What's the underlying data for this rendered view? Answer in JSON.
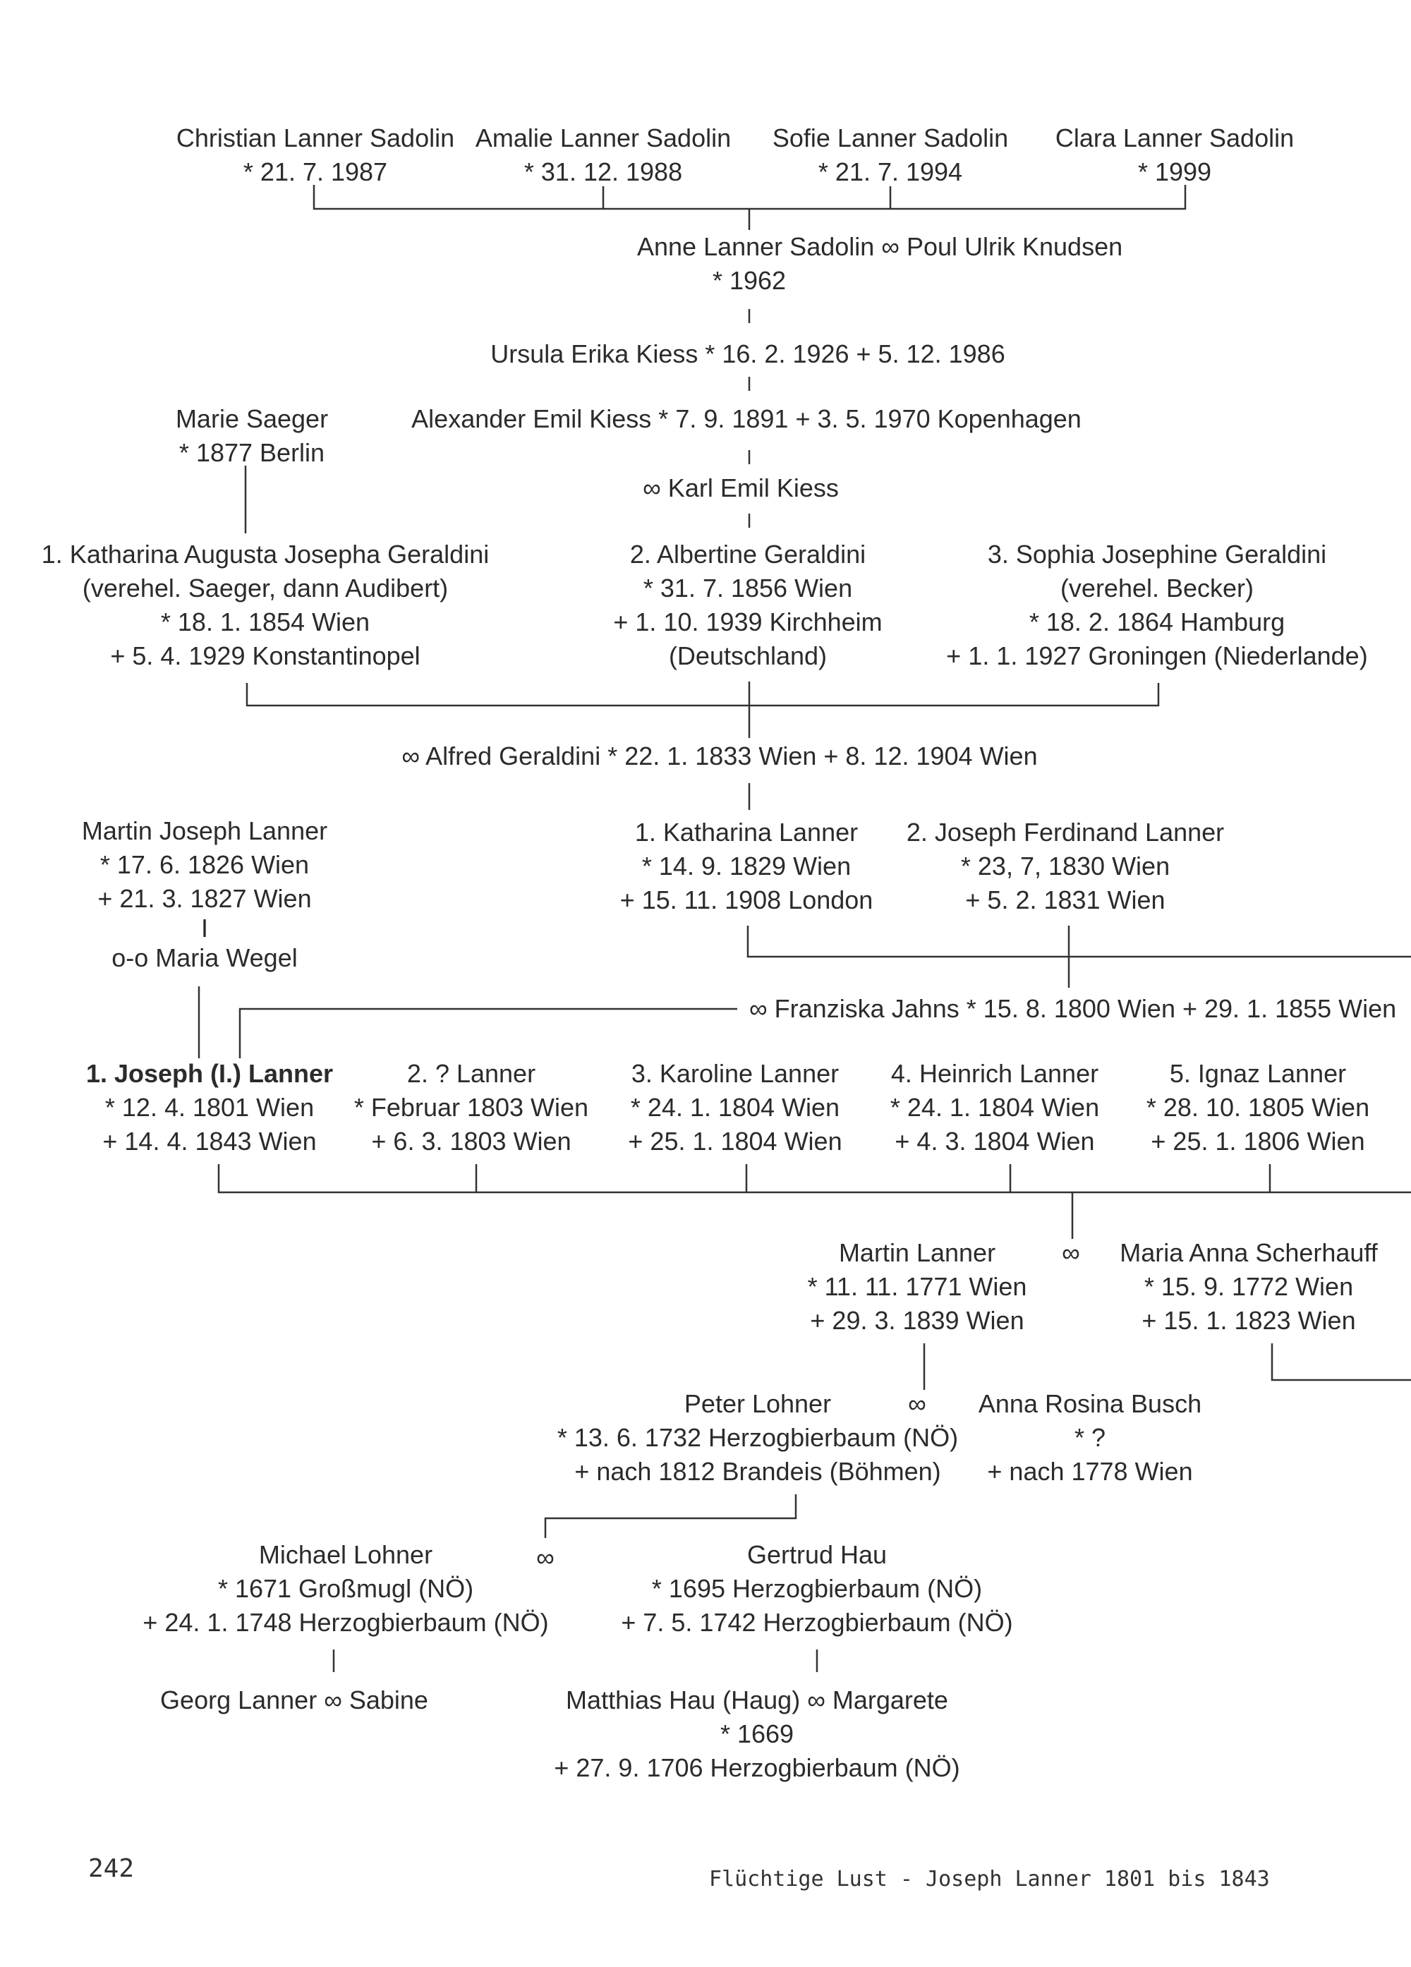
{
  "tree": {
    "gen1_children": [
      {
        "name": "Christian Lanner Sadolin",
        "born": "* 21. 7. 1987"
      },
      {
        "name": "Amalie Lanner Sadolin",
        "born": "* 31. 12. 1988"
      },
      {
        "name": "Sofie Lanner Sadolin",
        "born": "* 21. 7. 1994"
      },
      {
        "name": "Clara Lanner Sadolin",
        "born": "* 1999"
      }
    ],
    "anne": {
      "name": "Anne Lanner Sadolin",
      "marriage": "∞ Poul Ulrik Knudsen",
      "born": "* 1962"
    },
    "ursula": "Ursula Erika Kiess * 16. 2. 1926 + 5. 12. 1986",
    "marie": {
      "name": "Marie Saeger",
      "born": "* 1877 Berlin"
    },
    "alexander": "Alexander Emil Kiess * 7. 9. 1891 + 3. 5. 1970 Kopenhagen",
    "karl": "∞ Karl Emil Kiess",
    "geraldini_daughters": [
      {
        "lines": [
          "1. Katharina Augusta Josepha Geraldini",
          "(verehel. Saeger, dann Audibert)",
          "* 18. 1. 1854 Wien",
          "+ 5. 4. 1929 Konstantinopel"
        ]
      },
      {
        "lines": [
          "2. Albertine Geraldini",
          "* 31. 7. 1856 Wien",
          "+ 1. 10. 1939 Kirchheim",
          "(Deutschland)"
        ]
      },
      {
        "lines": [
          "3. Sophia Josephine Geraldini",
          "(verehel. Becker)",
          "* 18. 2. 1864 Hamburg",
          "+ 1. 1. 1927 Groningen (Niederlande)"
        ]
      }
    ],
    "alfred": "∞ Alfred Geraldini * 22. 1. 1833 Wien + 8. 12. 1904 Wien",
    "martin_joseph": {
      "lines": [
        "Martin Joseph Lanner",
        "* 17. 6. 1826 Wien",
        "+ 21. 3. 1827 Wien",
        "I",
        "o-o Maria Wegel"
      ]
    },
    "katharina": {
      "lines": [
        "1. Katharina Lanner",
        "* 14. 9. 1829 Wien",
        "+ 15. 11. 1908 London"
      ]
    },
    "joseph_ferdinand": {
      "lines": [
        "2. Joseph Ferdinand Lanner",
        "* 23, 7, 1830 Wien",
        "+ 5. 2. 1831 Wien"
      ]
    },
    "franziska": "∞ Franziska Jahns * 15. 8. 1800 Wien + 29. 1. 1855 Wien",
    "siblings": [
      {
        "lines": [
          "1. Joseph (I.) Lanner",
          "* 12. 4. 1801 Wien",
          "+ 14. 4. 1843 Wien"
        ]
      },
      {
        "lines": [
          "2. ? Lanner",
          "* Februar 1803 Wien",
          "+ 6. 3. 1803 Wien"
        ]
      },
      {
        "lines": [
          "3. Karoline Lanner",
          "* 24. 1. 1804 Wien",
          "+ 25. 1. 1804 Wien"
        ]
      },
      {
        "lines": [
          "4. Heinrich Lanner",
          "* 24. 1. 1804 Wien",
          "+ 4. 3. 1804 Wien"
        ]
      },
      {
        "lines": [
          "5. Ignaz Lanner",
          "* 28. 10. 1805 Wien",
          "+ 25. 1. 1806 Wien"
        ]
      }
    ],
    "martin": {
      "lines": [
        "Martin Lanner",
        "* 11. 11. 1771 Wien",
        "+ 29. 3. 1839 Wien"
      ]
    },
    "maria_anna": {
      "lines": [
        "Maria Anna Scherhauff",
        "* 15. 9. 1772 Wien",
        "+ 15. 1. 1823 Wien"
      ]
    },
    "peter": {
      "lines": [
        "Peter Lohner",
        "* 13. 6. 1732 Herzogbierbaum (NÖ)",
        "+ nach 1812 Brandeis (Böhmen)"
      ]
    },
    "anna_rosina": {
      "lines": [
        "Anna Rosina Busch",
        "* ?",
        "+ nach 1778 Wien"
      ]
    },
    "michael": {
      "lines": [
        "Michael Lohner",
        "* 1671 Großmugl (NÖ)",
        "+ 24. 1. 1748 Herzogbierbaum (NÖ)"
      ]
    },
    "gertrud": {
      "lines": [
        "Gertrud Hau",
        "* 1695 Herzogbierbaum (NÖ)",
        "+ 7. 5. 1742 Herzogbierbaum (NÖ)"
      ]
    },
    "georg": "Georg Lanner ∞ Sabine",
    "matthias": {
      "lines": [
        "Matthias Hau (Haug) ∞ Margarete",
        "* 1669",
        "+ 27. 9. 1706 Herzogbierbaum (NÖ)"
      ]
    },
    "marriage_symbol": "∞"
  },
  "footer": {
    "page_number": "242",
    "book_title": "Flüchtige Lust - Joseph Lanner 1801 bis 1843"
  }
}
